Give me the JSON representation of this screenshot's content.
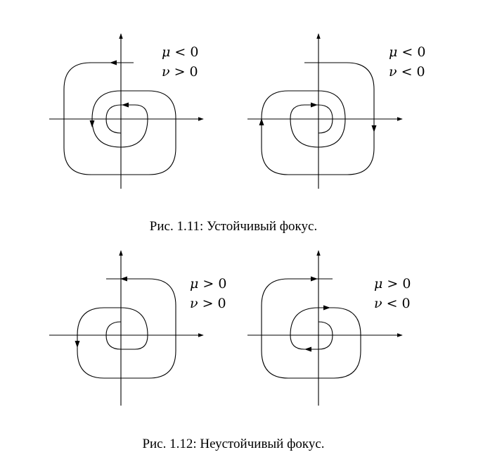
{
  "figures": [
    {
      "caption": "Рис. 1.11: Устойчивый фокус.",
      "panels": [
        {
          "mu_var": "μ",
          "mu_rel": " < 0",
          "nu_var": "ν",
          "nu_rel": " > 0"
        },
        {
          "mu_var": "μ",
          "mu_rel": " < 0",
          "nu_var": "ν",
          "nu_rel": " < 0"
        }
      ]
    },
    {
      "caption": "Рис. 1.12: Неустойчивый фокус.",
      "panels": [
        {
          "mu_var": "μ",
          "mu_rel": " > 0",
          "nu_var": "ν",
          "nu_rel": " > 0"
        },
        {
          "mu_var": "μ",
          "mu_rel": " > 0",
          "nu_var": "ν",
          "nu_rel": " < 0"
        }
      ]
    }
  ]
}
